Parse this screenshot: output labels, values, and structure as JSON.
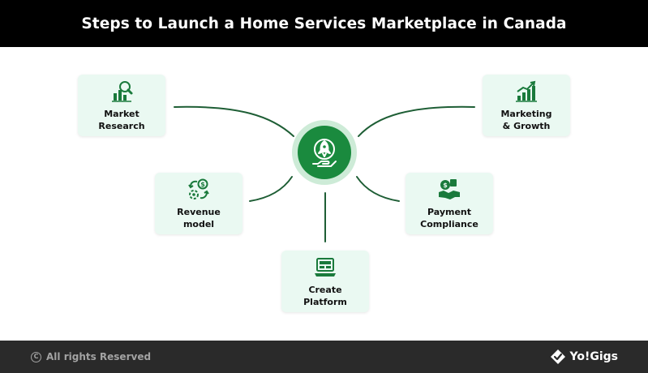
{
  "header": {
    "title": "Steps to Launch a Home Services Marketplace in Canada"
  },
  "nodes": {
    "market_research": {
      "label": "Market\nResearch",
      "icon": "market-research-icon"
    },
    "marketing_growth": {
      "label": "Marketing\n& Growth",
      "icon": "growth-chart-icon"
    },
    "revenue_model": {
      "label": "Revenue\nmodel",
      "icon": "revenue-cycle-icon"
    },
    "payment_compliance": {
      "label": "Payment\nCompliance",
      "icon": "payment-handshake-icon"
    },
    "create_platform": {
      "label": "Create\nPlatform",
      "icon": "laptop-platform-icon"
    }
  },
  "hub": {
    "icon": "launch-rocket-icon"
  },
  "footer": {
    "copyright": "All rights Reserved",
    "brand": "Yo!Gigs"
  },
  "colors": {
    "accent": "#1a8a3e",
    "node_bg": "#eaf9f2",
    "connector": "#1e5e35"
  }
}
